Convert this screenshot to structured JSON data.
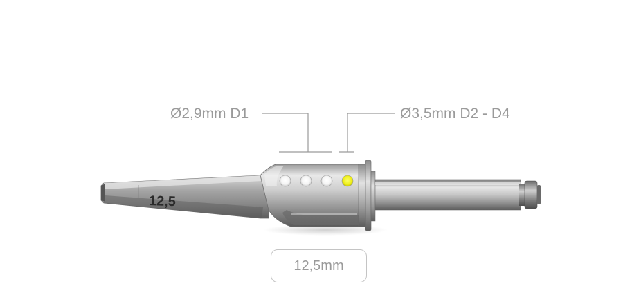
{
  "callouts": {
    "d1_label": "Ø2,9mm D1",
    "d2_label": "Ø3,5mm D2 - D4"
  },
  "drill": {
    "engraving": "12,5",
    "length_label": "12,5mm",
    "depth_marks": [
      {
        "name": "dot-1",
        "color": "#ffffff"
      },
      {
        "name": "dot-2",
        "color": "#ffffff"
      },
      {
        "name": "dot-3",
        "color": "#ffffff"
      },
      {
        "name": "dot-4",
        "color": "#f2f21e"
      }
    ]
  },
  "colors": {
    "callout_text": "#9a9a9a",
    "leader_line": "#9a9a9a",
    "metal_light": "#e6e6e6",
    "metal_dark": "#6e6e6e",
    "badge_border": "#c4c4c4"
  }
}
